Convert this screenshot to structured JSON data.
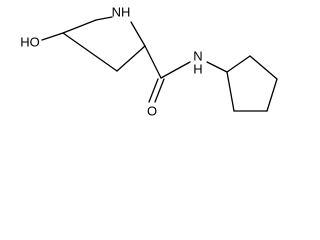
{
  "structure": {
    "atoms": {
      "ring_nh": "NH",
      "hydroxyl": "HO",
      "amide_nh": "N\nH",
      "amide_n": "N",
      "amide_h": "H",
      "carbonyl_o": "O"
    },
    "colors": {
      "bond": "#000000",
      "label": "#000000",
      "background": "#ffffff"
    }
  }
}
